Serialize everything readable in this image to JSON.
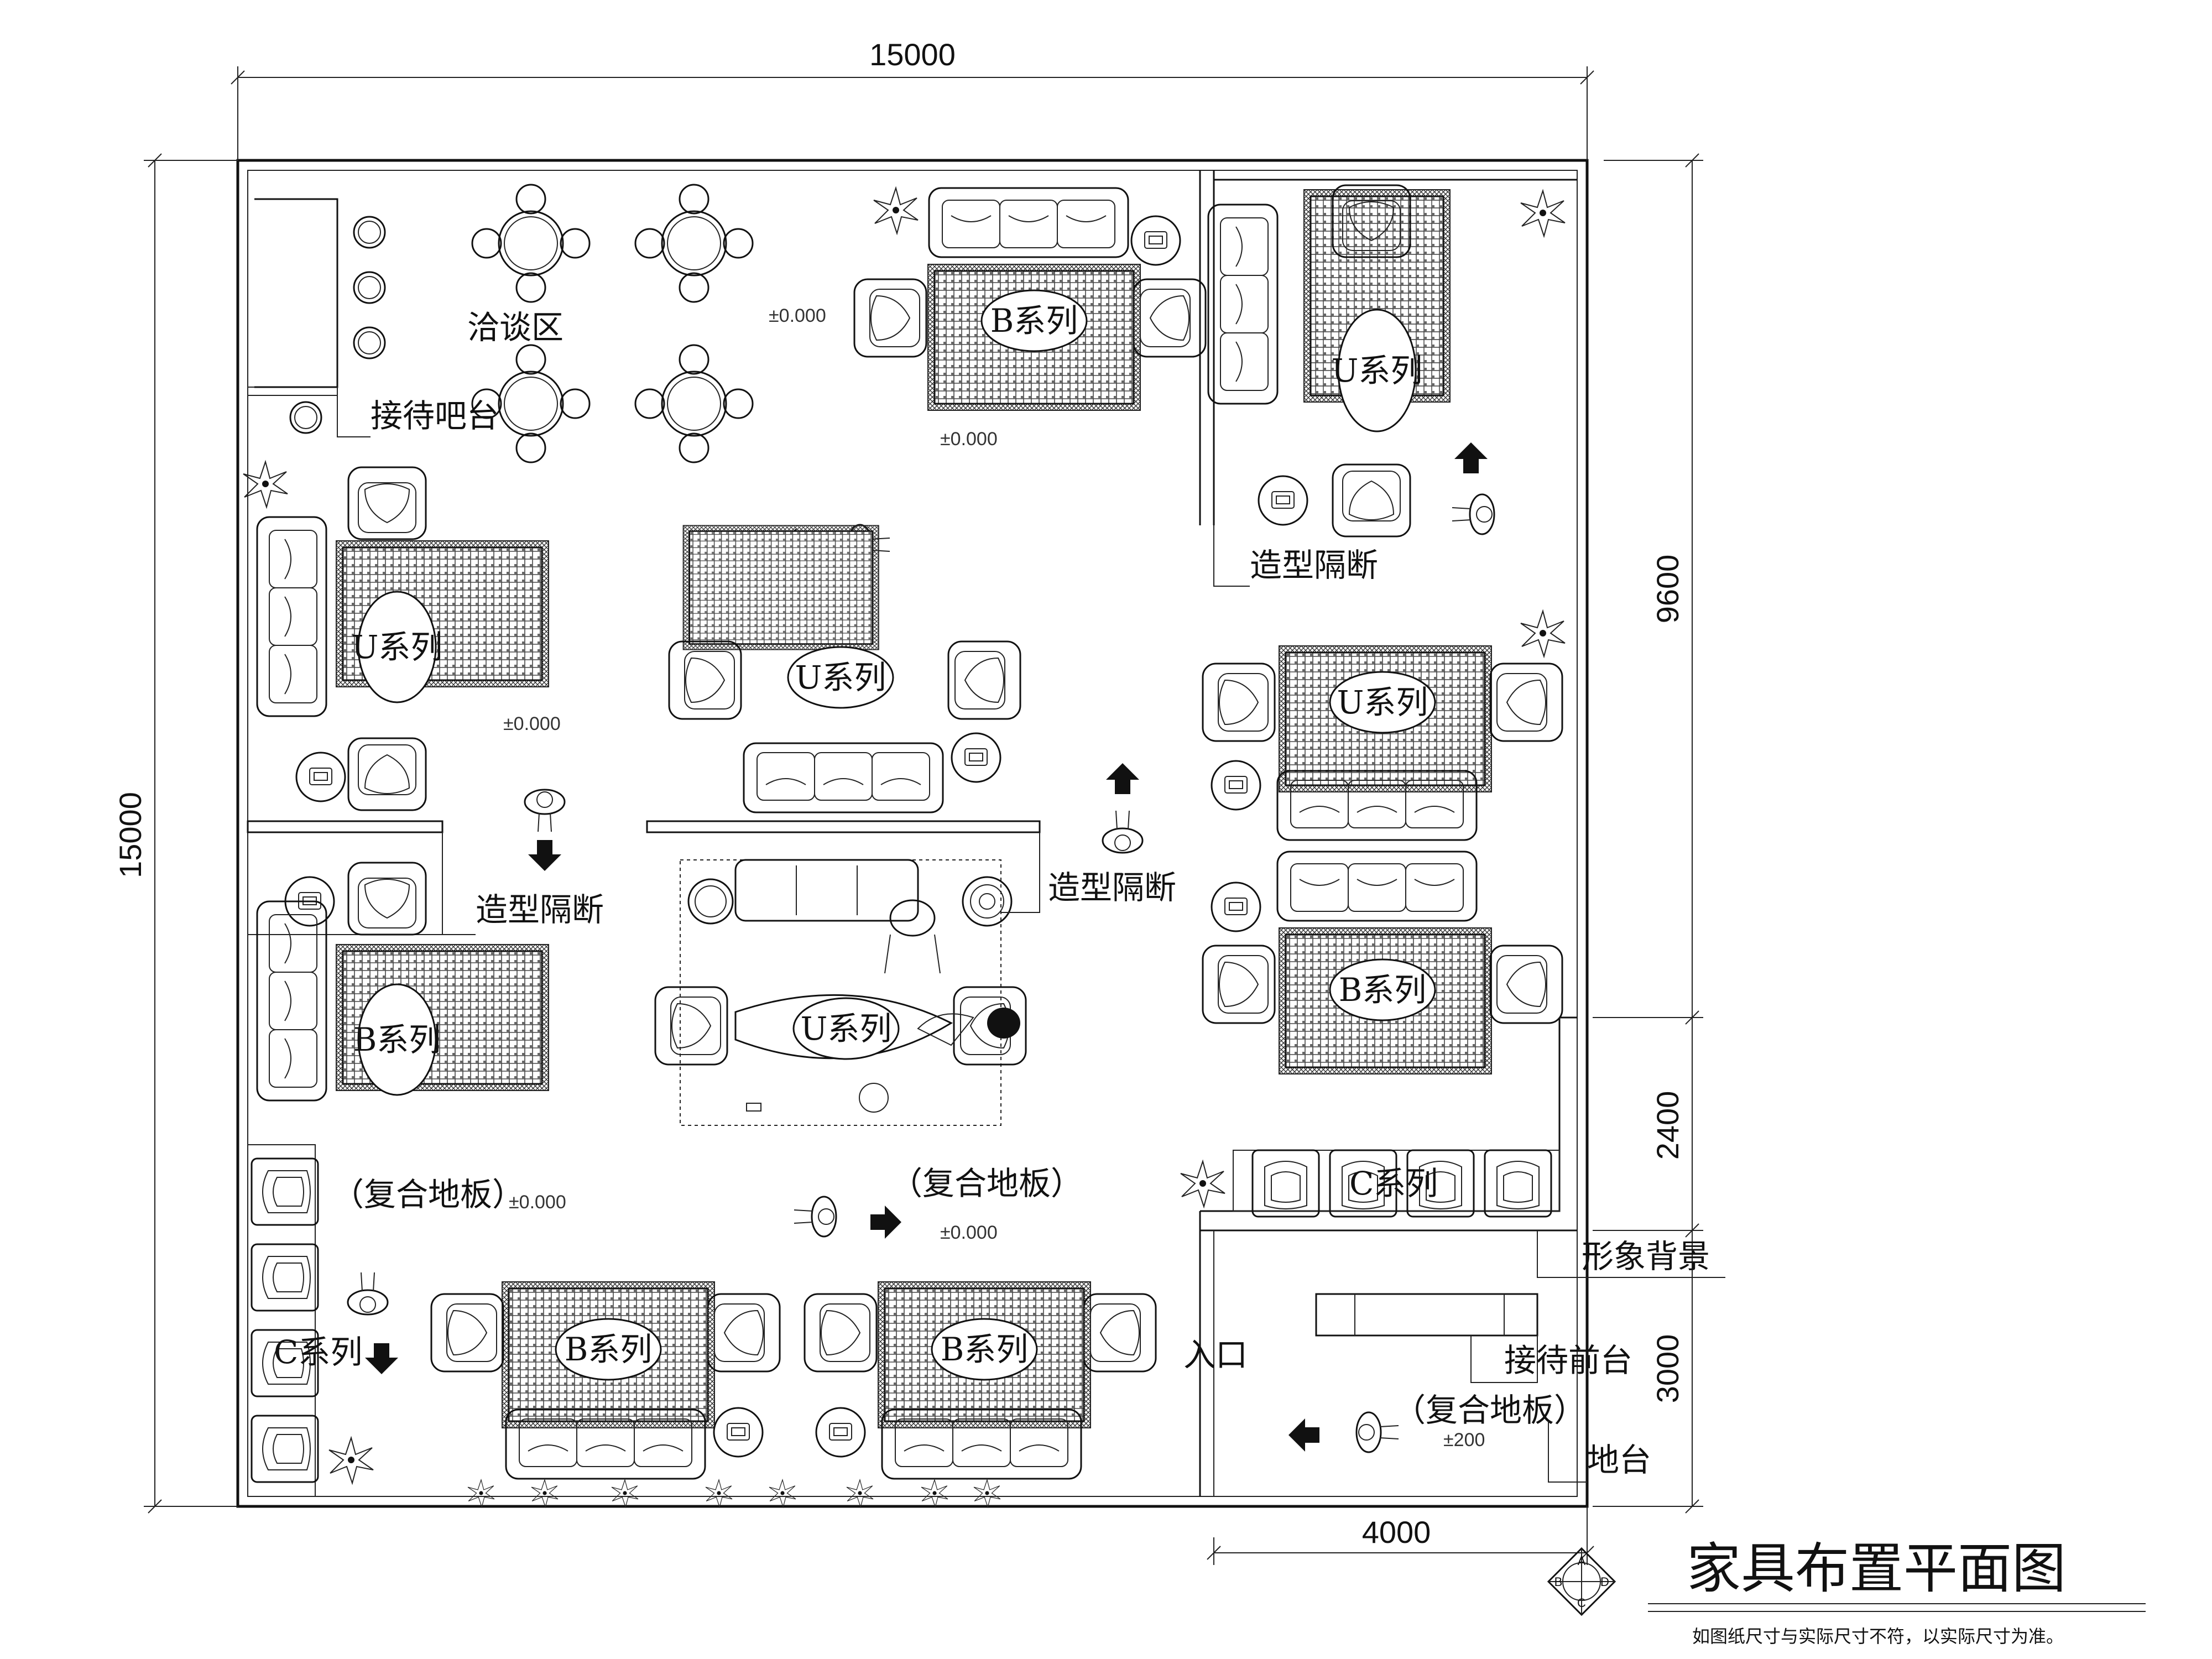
{
  "title": "家具布置平面图",
  "note": "如图纸尺寸与实际尺寸不符，以实际尺寸为准。",
  "dimensions": {
    "top_width": "15000",
    "left_height": "15000",
    "right_upper": "9600",
    "right_middle": "2400",
    "right_lower": "3000",
    "bottom_entrance": "4000"
  },
  "compass": {
    "north": "A",
    "east": "D",
    "south": "C",
    "west": "B"
  },
  "labels": {
    "negotiation_area": "洽谈区",
    "reception_bar": "接待吧台",
    "partition_top_right": "造型隔断",
    "partition_left": "造型隔断",
    "partition_center": "造型隔断",
    "image_backdrop": "形象背景",
    "reception_desk": "接待前台",
    "entrance": "入口",
    "platform": "地台",
    "floor_left": "（复合地板）",
    "floor_center": "（复合地板）",
    "floor_entrance": "（复合地板）"
  },
  "series": {
    "b_top": "B系列",
    "u_top_right": "U系列",
    "u_left": "U系列",
    "u_center": "U系列",
    "u_right": "U系列",
    "b_right": "B系列",
    "b_left": "B系列",
    "u_middle_lower": "U系列",
    "b_bottom_left": "B系列",
    "b_bottom_right": "B系列",
    "c_right_row": "C系列",
    "c_left_column": "C系列"
  },
  "levels": {
    "lv1": "±0.000",
    "lv2": "±0.000",
    "lv3": "±0.000",
    "lv4": "±0.000",
    "lv5": "±0.000",
    "lv_entrance": "±200"
  }
}
